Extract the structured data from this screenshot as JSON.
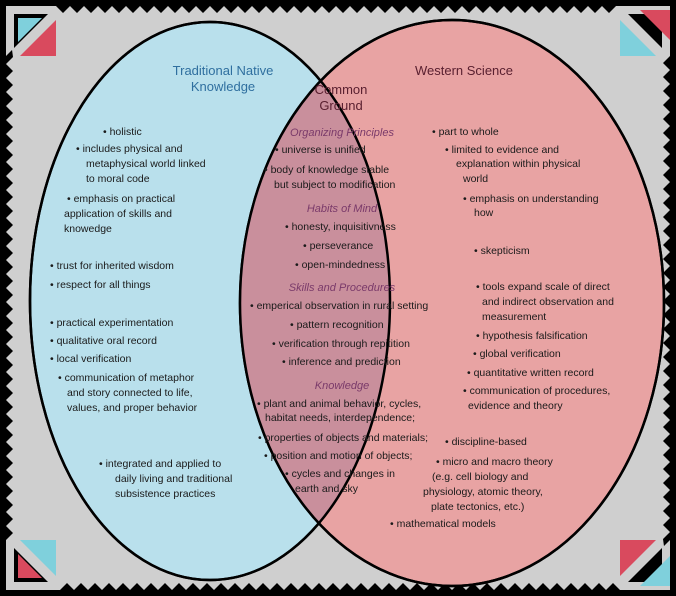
{
  "colors": {
    "frame": "#000000",
    "panel": "#cfcfcf",
    "left_circle": "#b9e0ec",
    "right_circle": "#e8a3a3",
    "overlap": "#c98f9c",
    "accent_red": "#d94a5e",
    "accent_cyan": "#7fd0dc"
  },
  "left": {
    "title": "Traditional Native\nKnowledge",
    "items": [
      "• holistic",
      "• includes physical and",
      "metaphysical world linked",
      "to moral code",
      "• emphasis on practical",
      "application of skills and",
      "knowedge",
      "• trust for inherited wisdom",
      "• respect for all things",
      "• practical experimentation",
      "• qualitative oral record",
      "•  local verification",
      "• communication of metaphor",
      "and story connected to life,",
      "values, and proper behavior",
      "• integrated and applied to",
      "daily living and traditional",
      "subsistence practices"
    ]
  },
  "center": {
    "title": "Common\nGround",
    "sections": [
      {
        "heading": "Organizing Principles",
        "items": [
          "• universe is unified",
          "• body of knowledge stable",
          "but subject to  modification"
        ]
      },
      {
        "heading": "Habits of Mind",
        "items": [
          "• honesty, inquisitivness",
          "• perseverance",
          "• open-mindedness"
        ]
      },
      {
        "heading": "Skills and Procedures",
        "items": [
          "• emperical observation in rural setting",
          "• pattern recognition",
          "• verification through repitition",
          "• inference and prediction"
        ]
      },
      {
        "heading": "Knowledge",
        "items": [
          "• plant and animal behavior, cycles,",
          "habitat needs, interdependence;",
          "• properties of objects and materials;",
          "• position and motion of objects;",
          "• cycles and changes in",
          "earth and sky"
        ]
      }
    ]
  },
  "right": {
    "title": "Western Science",
    "items": [
      "• part to whole",
      "• limited to evidence and",
      "explanation within physical",
      "world",
      "• emphasis on understanding",
      "how",
      "• skepticism",
      "• tools expand scale of direct",
      "and indirect observation and",
      "measurement",
      "• hypothesis falsification",
      "• global verification",
      "• quantitative written record",
      "• communication of procedures,",
      "evidence and theory",
      "• discipline-based",
      "• micro and macro theory",
      "(e.g. cell biology and",
      "physiology, atomic theory,",
      "plate tectonics, etc.)",
      "• mathematical  models"
    ]
  }
}
